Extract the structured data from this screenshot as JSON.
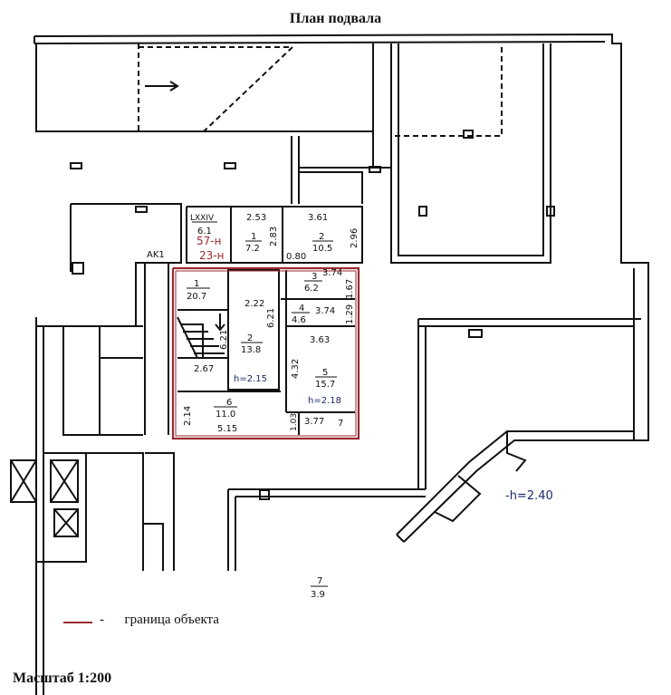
{
  "title": "План подвала",
  "scale": "Масштаб 1:200",
  "legend": {
    "dash": "-",
    "text": "граница объекта"
  },
  "colors": {
    "boundary": "#9a2a30",
    "wall": "#111111",
    "accent_text": "#9a2a30",
    "height_text": "#1a2a6a"
  },
  "room_labels": {
    "lxxiv": "LXXIV",
    "lxxiv_area": "6.1",
    "obj1": "57-н",
    "obj2": "23-н",
    "ak1": "AK1",
    "r_top1_num": "1",
    "r_top1_area": "7.2",
    "r_top1_w": "2.53",
    "r_top1_d": "2.83",
    "r_top2_num": "2",
    "r_top2_area": "10.5",
    "r_top2_w": "3.61",
    "r_top2_d": "2.96",
    "r_top_gap": "0.80",
    "r1_num": "1",
    "r1_area": "20.7",
    "r1_w": "2.67",
    "r1_d": "6.21",
    "r2_w": "2.22",
    "r2_d": "6.21",
    "r2_num": "2",
    "r2_area": "13.8",
    "r2_h": "h=2.15",
    "r3_num": "3",
    "r3_area": "6.2",
    "r3_w": "3.74",
    "r3_d": "1.67",
    "r4_num": "4",
    "r4_area": "4.6",
    "r4_w": "3.74",
    "r4_d": "1.29",
    "r5_w": "3.63",
    "r5_d": "4.32",
    "r5_num": "5",
    "r5_area": "15.7",
    "r5_h": "h=2.18",
    "r6_num": "6",
    "r6_area": "11.0",
    "r6_w": "5.15",
    "r6_d": "2.14",
    "r7_d": "1.03",
    "r7_w": "3.77",
    "r7_num": "7",
    "big_h": "-h=2.40",
    "big7_num": "7",
    "big7_area": "3.9"
  }
}
